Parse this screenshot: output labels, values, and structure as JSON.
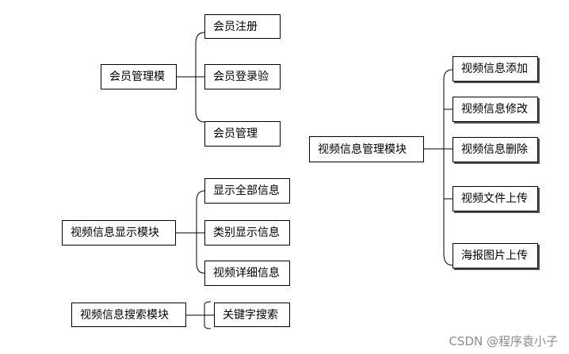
{
  "modules": [
    {
      "label": "会员管理模",
      "children": [
        "会员注册",
        "会员登录验",
        "会员管理"
      ]
    },
    {
      "label": "视频信息显示模块",
      "children": [
        "显示全部信息",
        "类别显示信息",
        "视频详细信息"
      ]
    },
    {
      "label": "视频信息搜索模块",
      "children": [
        "关键字搜索"
      ]
    },
    {
      "label": "视频信息管理模块",
      "children": [
        "视频信息添加",
        "视频信息修改",
        "视频信息删除",
        "视频文件上传",
        "海报图片上传"
      ]
    }
  ],
  "watermark": "CSDN @程序袁小子"
}
